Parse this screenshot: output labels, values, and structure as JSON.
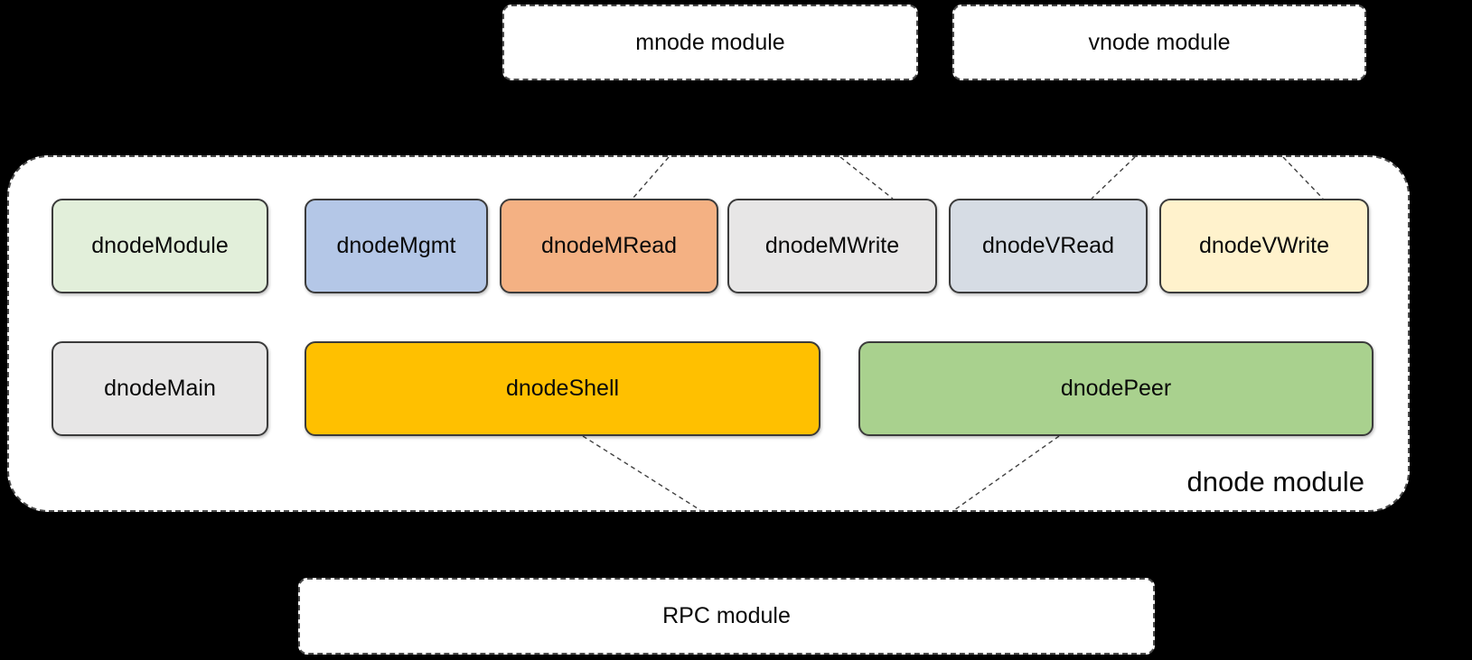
{
  "canvas": {
    "background": "#000000"
  },
  "top_modules": [
    {
      "label": "mnode module"
    },
    {
      "label": "vnode module"
    }
  ],
  "dnode_module": {
    "label": "dnode module",
    "row1": [
      {
        "label": "dnodeModule",
        "fill": "#e2efda"
      },
      {
        "label": "dnodeMgmt",
        "fill": "#b4c7e7"
      },
      {
        "label": "dnodeMRead",
        "fill": "#f4b183"
      },
      {
        "label": "dnodeMWrite",
        "fill": "#e7e6e6"
      },
      {
        "label": "dnodeVRead",
        "fill": "#d6dce4"
      },
      {
        "label": "dnodeVWrite",
        "fill": "#fff2cc"
      }
    ],
    "row2": [
      {
        "label": "dnodeMain",
        "fill": "#e7e6e6"
      },
      {
        "label": "dnodeShell",
        "fill": "#ffc000"
      },
      {
        "label": "dnodePeer",
        "fill": "#a9d18e"
      }
    ]
  },
  "rpc_module": {
    "label": "RPC module"
  },
  "style_colors": {
    "panel_bg": "#ffffff",
    "box_border": "#3b3b3b",
    "dashed_border": "#4a4a4a",
    "connector": "#404040",
    "text": "#0a0a0a"
  }
}
